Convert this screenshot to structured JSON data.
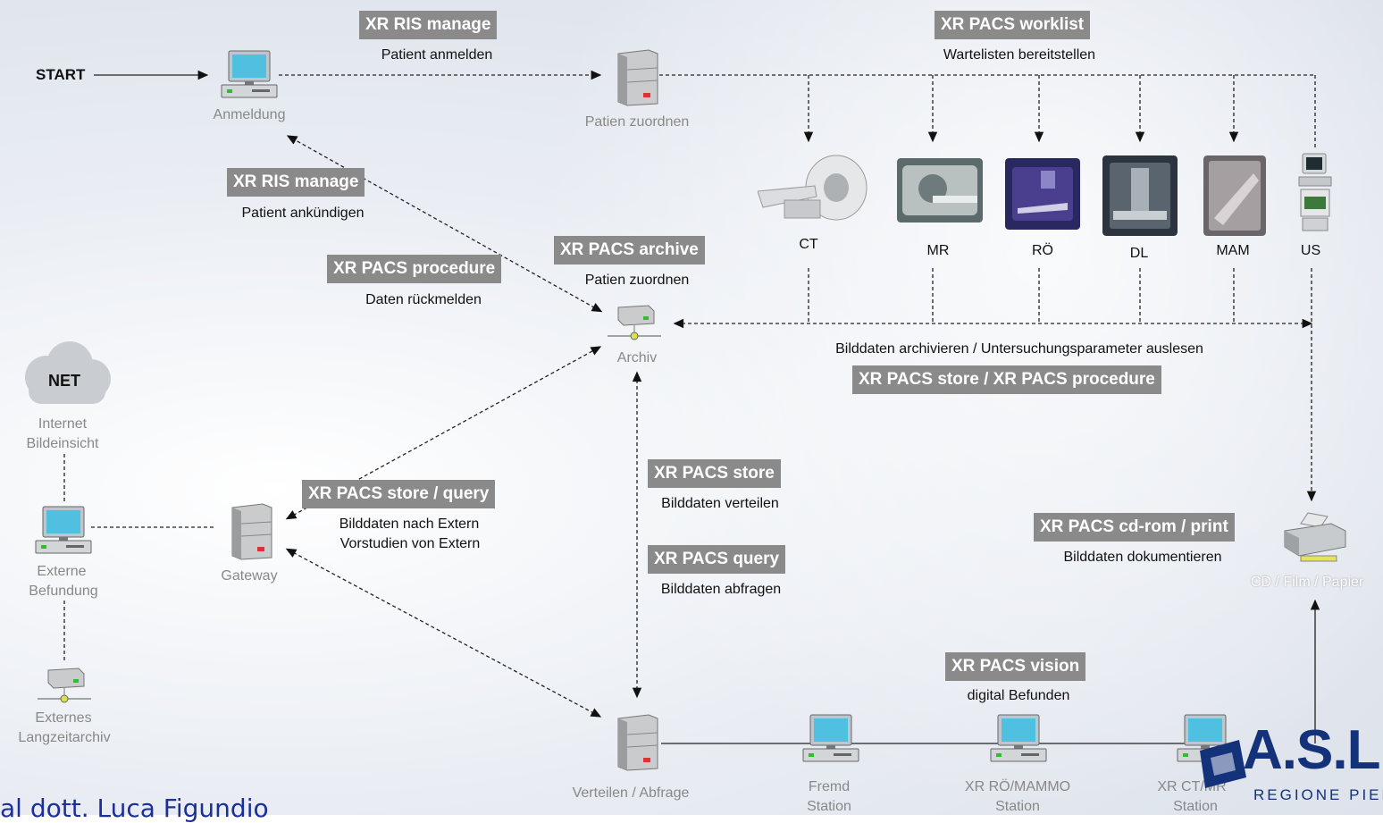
{
  "start_label": "START",
  "nodes": {
    "anmeldung": "Anmeldung",
    "patien_zuordnen": "Patien zuordnen",
    "archiv": "Archiv",
    "gateway": "Gateway",
    "verteilen": "Verteilen / Abfrage",
    "internet": [
      "Internet",
      "Bildeinsicht"
    ],
    "externe": [
      "Externe",
      "Befundung"
    ],
    "langzeit": [
      "Externes",
      "Langzeitarchiv"
    ],
    "cd": "CD / Film / Papier",
    "fremd": [
      "Fremd",
      "Station"
    ],
    "ro_mammo": [
      "XR RÖ/MAMMO",
      "Station"
    ],
    "ct_mr": [
      "XR CT/MR",
      "Station"
    ]
  },
  "cloud_label": "NET",
  "modalities": [
    "CT",
    "MR",
    "RÖ",
    "DL",
    "MAM",
    "US"
  ],
  "boxes": {
    "ris_manage_top": {
      "title": "XR RIS manage",
      "desc": "Patient anmelden"
    },
    "pacs_worklist": {
      "title": "XR PACS worklist",
      "desc": "Wartelisten bereitstellen"
    },
    "ris_manage_mid": {
      "title": "XR RIS manage",
      "desc": "Patient ankündigen"
    },
    "pacs_archive": {
      "title": "XR PACS archive",
      "desc": "Patien zuordnen"
    },
    "pacs_procedure": {
      "title": "XR PACS procedure",
      "desc": "Daten rückmelden"
    },
    "store_procedure": {
      "title": "XR PACS store / XR PACS procedure",
      "desc": "Bilddaten archivieren / Untersuchungsparameter auslesen"
    },
    "store_query": {
      "title": "XR PACS store  / query",
      "desc1": "Bilddaten nach Extern",
      "desc2": "Vorstudien von Extern"
    },
    "pacs_store": {
      "title": "XR PACS store",
      "desc": "Bilddaten verteilen"
    },
    "pacs_query": {
      "title": "XR PACS query",
      "desc": "Bilddaten abfragen"
    },
    "cdrom_print": {
      "title": "XR PACS cd-rom / print",
      "desc": "Bilddaten dokumentieren"
    },
    "pacs_vision": {
      "title": "XR PACS vision",
      "desc": "digital Befunden"
    }
  },
  "logo": {
    "main": "A.S.L.",
    "sub": "REGIONE PIEMONTE"
  },
  "signature": "al dott. Luca Figundio",
  "colors": {
    "box_bg": "#8a8a8a",
    "signature": "#1c2e9a",
    "logo": "#14327a"
  }
}
